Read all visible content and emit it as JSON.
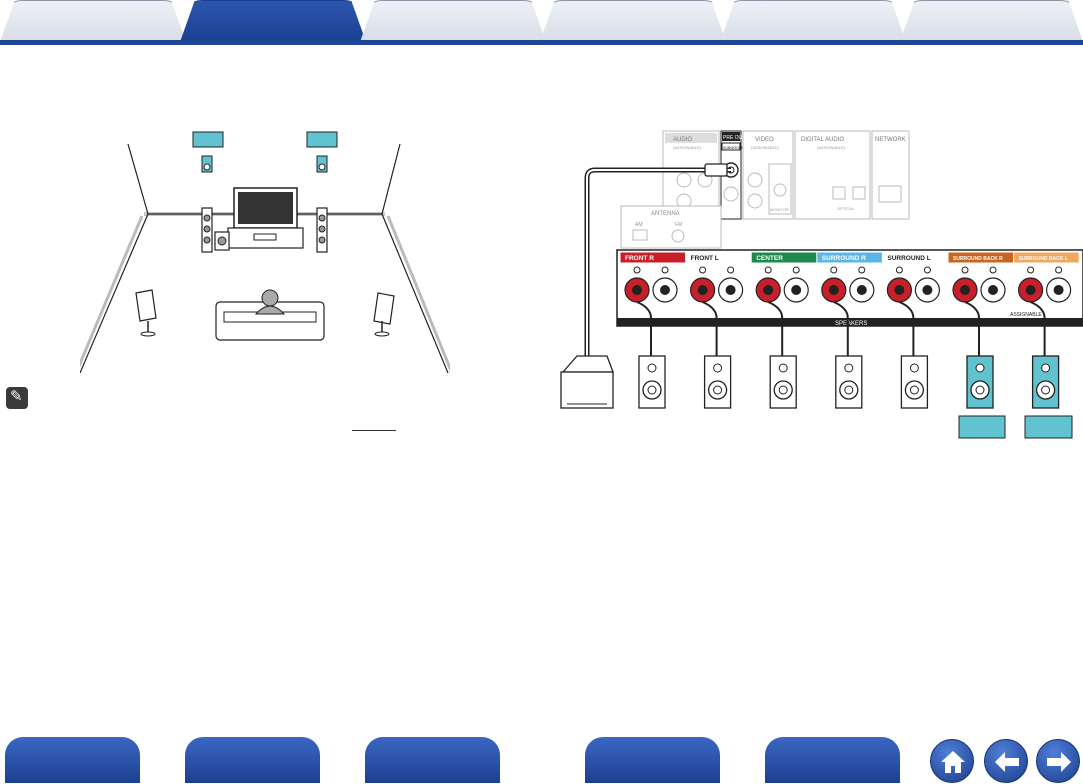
{
  "tabs": [
    {
      "label": ""
    },
    {
      "label": ""
    },
    {
      "label": ""
    },
    {
      "label": ""
    },
    {
      "label": ""
    },
    {
      "label": ""
    }
  ],
  "receiver": {
    "audio_in": "AUDIO",
    "audio_in_sub": "(ASSIGNABLE)",
    "pre_out": "PRE OUT",
    "subwoofer": "SUBWOOFER",
    "video_in": "VIDEO",
    "video_in_sub": "(ASSIGNABLE)",
    "digital_audio": "DIGITAL AUDIO",
    "digital_audio_sub": "(ASSIGNABLE)",
    "network": "NETWORK",
    "antenna": "ANTENNA",
    "am": "AM",
    "fm": "FM",
    "monitor": "MONITOR",
    "optical": "OPTICAL",
    "speakers": "SPEAKERS",
    "assignable": "ASSIGNABLE"
  },
  "terminals": [
    {
      "label": "FRONT R",
      "color": "#c8202a"
    },
    {
      "label": "FRONT L",
      "color": "#ffffff"
    },
    {
      "label": "CENTER",
      "color": "#1c8a4a"
    },
    {
      "label": "SURROUND R",
      "color": "#5bb6e8"
    },
    {
      "label": "SURROUND L",
      "color": "#ffffff"
    },
    {
      "label": "SURROUND BACK R",
      "color": "#c8661e"
    },
    {
      "label": "SURROUND BACK L",
      "color": "#f0a860"
    }
  ],
  "bottom_nav": [
    {
      "label": ""
    },
    {
      "label": ""
    },
    {
      "label": ""
    },
    {
      "label": ""
    },
    {
      "label": ""
    }
  ],
  "colors": {
    "accent": "#1f4597",
    "highlight": "#62c3d0"
  }
}
